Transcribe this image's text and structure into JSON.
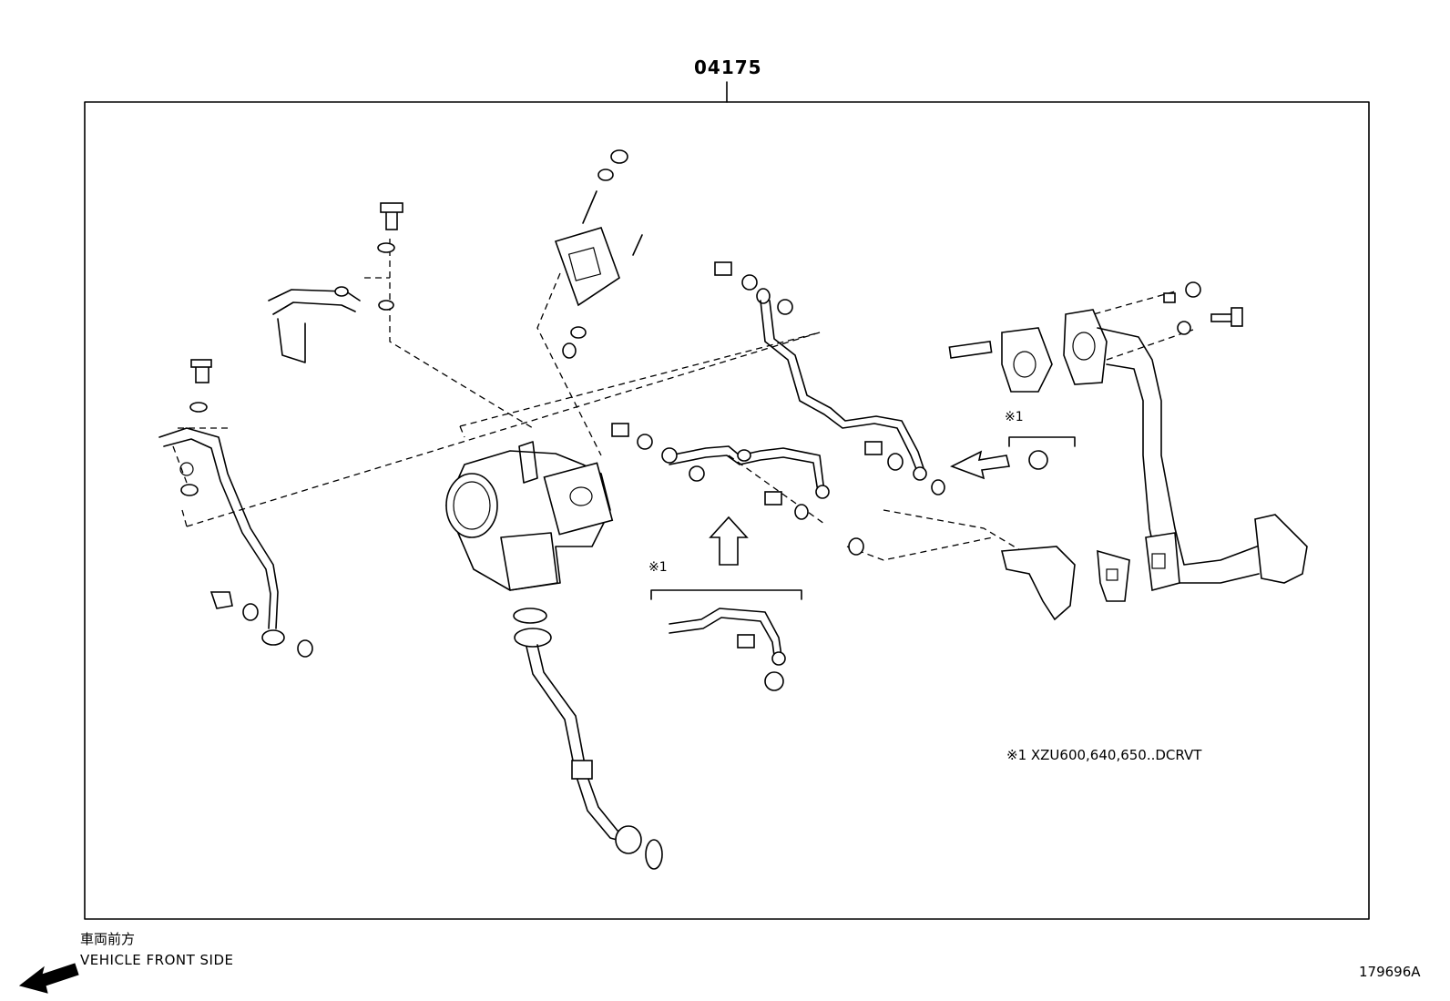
{
  "part_number": "04175",
  "note": "※1 XZU600,640,650..DCRVT",
  "reference_marks": [
    "※1",
    "※1"
  ],
  "vehicle_front": {
    "japanese": "車両前方",
    "english": "VEHICLE FRONT SIDE",
    "arrow_icon": "arrow-left-icon"
  },
  "drawing_id": "179696A"
}
